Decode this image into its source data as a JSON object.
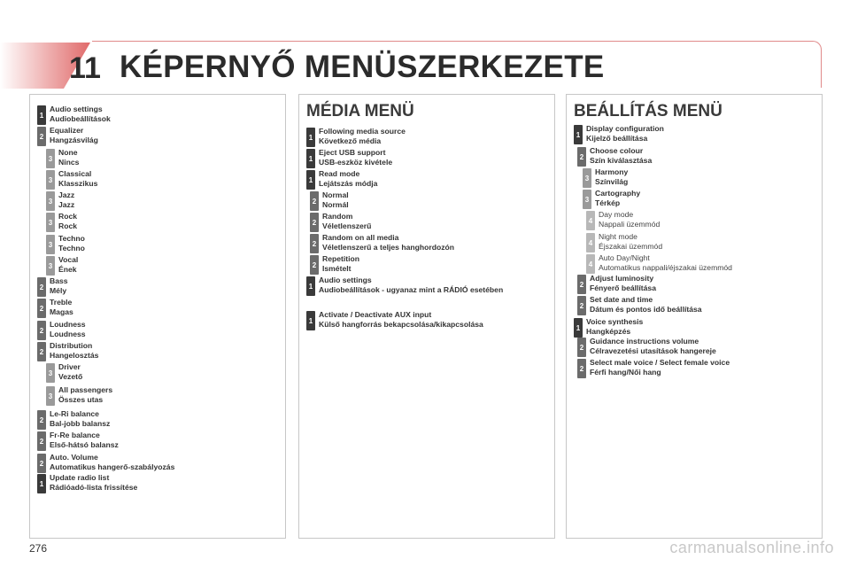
{
  "chapter": "11",
  "title": "KÉPERNYŐ MENÜSZERKEZETE",
  "page_number": "276",
  "watermark": "carmanualsonline.info",
  "colors": {
    "accent": "#d04a4a",
    "badge_level_1": "#3a3a3a",
    "badge_level_2": "#6b6b6b",
    "badge_level_3": "#9a9a9a",
    "badge_level_4": "#b8b8b8"
  },
  "left": {
    "items": [
      {
        "level": "1",
        "line1": "Audio settings",
        "line2": "Audiobeállítások"
      },
      {
        "level": "2",
        "line1": "Equalizer",
        "line2": "Hangzásvilág"
      },
      {
        "level": "3",
        "line1": "None",
        "line2": "Nincs"
      },
      {
        "level": "3",
        "line1": "Classical",
        "line2": "Klasszikus"
      },
      {
        "level": "3",
        "line1": "Jazz",
        "line2": "Jazz"
      },
      {
        "level": "3",
        "line1": "Rock",
        "line2": "Rock"
      },
      {
        "level": "3",
        "line1": "Techno",
        "line2": "Techno"
      },
      {
        "level": "3",
        "line1": "Vocal",
        "line2": "Ének"
      },
      {
        "level": "2",
        "line1": "Bass",
        "line2": "Mély"
      },
      {
        "level": "2",
        "line1": "Treble",
        "line2": "Magas"
      },
      {
        "level": "2",
        "line1": "Loudness",
        "line2": "Loudness"
      },
      {
        "level": "2",
        "line1": "Distribution",
        "line2": "Hangelosztás"
      },
      {
        "level": "3",
        "line1": "Driver",
        "line2": "Vezető"
      },
      {
        "level": "3",
        "line1": "All passengers",
        "line2": "Összes utas"
      },
      {
        "level": "2",
        "line1": "Le-Ri balance",
        "line2": "Bal-jobb balansz"
      },
      {
        "level": "2",
        "line1": "Fr-Re balance",
        "line2": "Első-hátsó balansz"
      },
      {
        "level": "2",
        "line1": "Auto. Volume",
        "line2": "Automatikus hangerő-szabályozás"
      },
      {
        "level": "1",
        "line1": "Update radio list",
        "line2": "Rádióadó-lista frissítése"
      }
    ]
  },
  "media": {
    "title": "MÉDIA MENÜ",
    "items": [
      {
        "level": "1",
        "line1": "Following media source",
        "line2": "Következő média"
      },
      {
        "level": "1",
        "line1": "Eject USB support",
        "line2": "USB-eszköz kivétele"
      },
      {
        "level": "1",
        "line1": "Read mode",
        "line2": "Lejátszás módja"
      },
      {
        "level": "2",
        "line1": "Normal",
        "line2": "Normál"
      },
      {
        "level": "2",
        "line1": "Random",
        "line2": "Véletlenszerű"
      },
      {
        "level": "2",
        "line1": "Random on all media",
        "line2": "Véletlenszerű a teljes hanghordozón"
      },
      {
        "level": "2",
        "line1": "Repetition",
        "line2": "Ismételt"
      },
      {
        "level": "1",
        "line1": "Audio settings",
        "line2": "Audiobeállítások - ugyanaz mint a RÁDIÓ esetében"
      },
      {
        "level": "1",
        "line1": "Activate / Deactivate AUX input",
        "line2": "Külső hangforrás bekapcsolása/kikapcsolása"
      }
    ]
  },
  "settings": {
    "title": "BEÁLLÍTÁS MENÜ",
    "items": [
      {
        "level": "1",
        "line1": "Display configuration",
        "line2": "Kijelző beállítása"
      },
      {
        "level": "2",
        "line1": "Choose colour",
        "line2": "Szín kiválasztása"
      },
      {
        "level": "3",
        "line1": "Harmony",
        "line2": "Színvilág"
      },
      {
        "level": "3",
        "line1": "Cartography",
        "line2": "Térkép"
      },
      {
        "level": "4",
        "line1": "Day mode",
        "line2": "Nappali üzemmód"
      },
      {
        "level": "4",
        "line1": "Night mode",
        "line2": "Éjszakai üzemmód"
      },
      {
        "level": "4",
        "line1": "Auto Day/Night",
        "line2": "Automatikus nappali/éjszakai üzemmód"
      },
      {
        "level": "2",
        "line1": "Adjust luminosity",
        "line2": "Fényerő beállítása"
      },
      {
        "level": "2",
        "line1": "Set date and time",
        "line2": "Dátum és pontos idő beállítása"
      },
      {
        "level": "1",
        "line1": "Voice synthesis",
        "line2": "Hangképzés"
      },
      {
        "level": "2",
        "line1": "Guidance instructions volume",
        "line2": "Célravezetési utasítások hangereje"
      },
      {
        "level": "2",
        "line1": "Select male voice / Select female voice",
        "line2": "Férfi hang/Női hang"
      }
    ]
  }
}
